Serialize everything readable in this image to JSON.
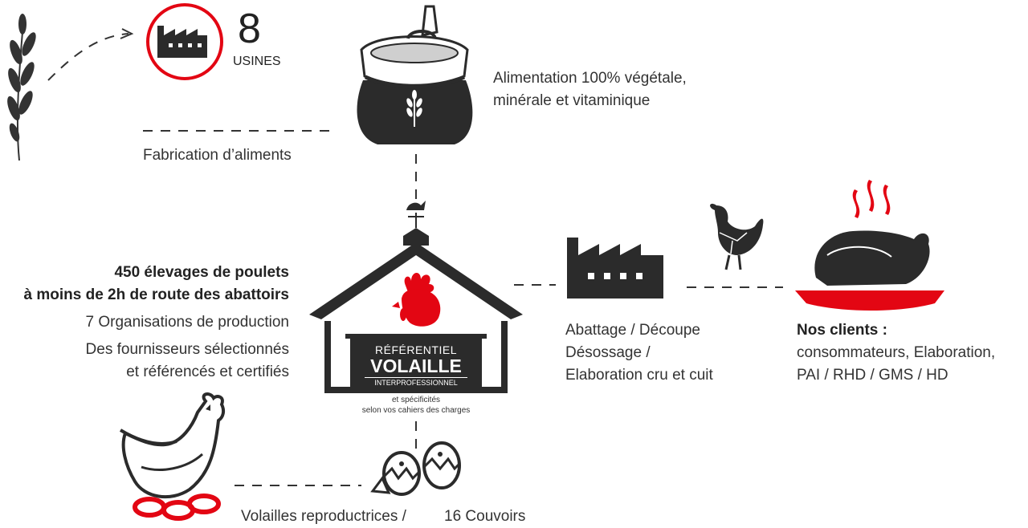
{
  "factories": {
    "count": "8",
    "label": "USINES"
  },
  "feed": {
    "label": "Fabrication d’aliments",
    "description": [
      "Alimentation 100% végétale,",
      "minérale et vitaminique"
    ]
  },
  "farms": {
    "lines_bold": [
      "450 élevages de poulets",
      "à moins de 2h de route des abattoirs"
    ],
    "lines": [
      "7 Organisations de production",
      "Des fournisseurs sélectionnés",
      "et référencés et certifiés"
    ]
  },
  "referential": {
    "line1": "RÉFÉRENTIEL",
    "line2": "VOLAILLE",
    "line3": "INTERPROFESSIONNEL",
    "note": [
      "et spécificités",
      "selon vos cahiers des charges"
    ]
  },
  "slaughter": {
    "lines": [
      "Abattage / Découpe",
      "Désossage /",
      "Elaboration cru et cuit"
    ]
  },
  "clients": {
    "title": "Nos clients :",
    "lines": [
      "consommateurs, Elaboration,",
      "PAI / RHD / GMS / HD"
    ]
  },
  "breeding": {
    "label_left": "Volailles reproductrices /",
    "label_right": "16 Couvoirs"
  },
  "colors": {
    "accent": "#e30613",
    "dark": "#2b2b2b",
    "text": "#333333"
  }
}
